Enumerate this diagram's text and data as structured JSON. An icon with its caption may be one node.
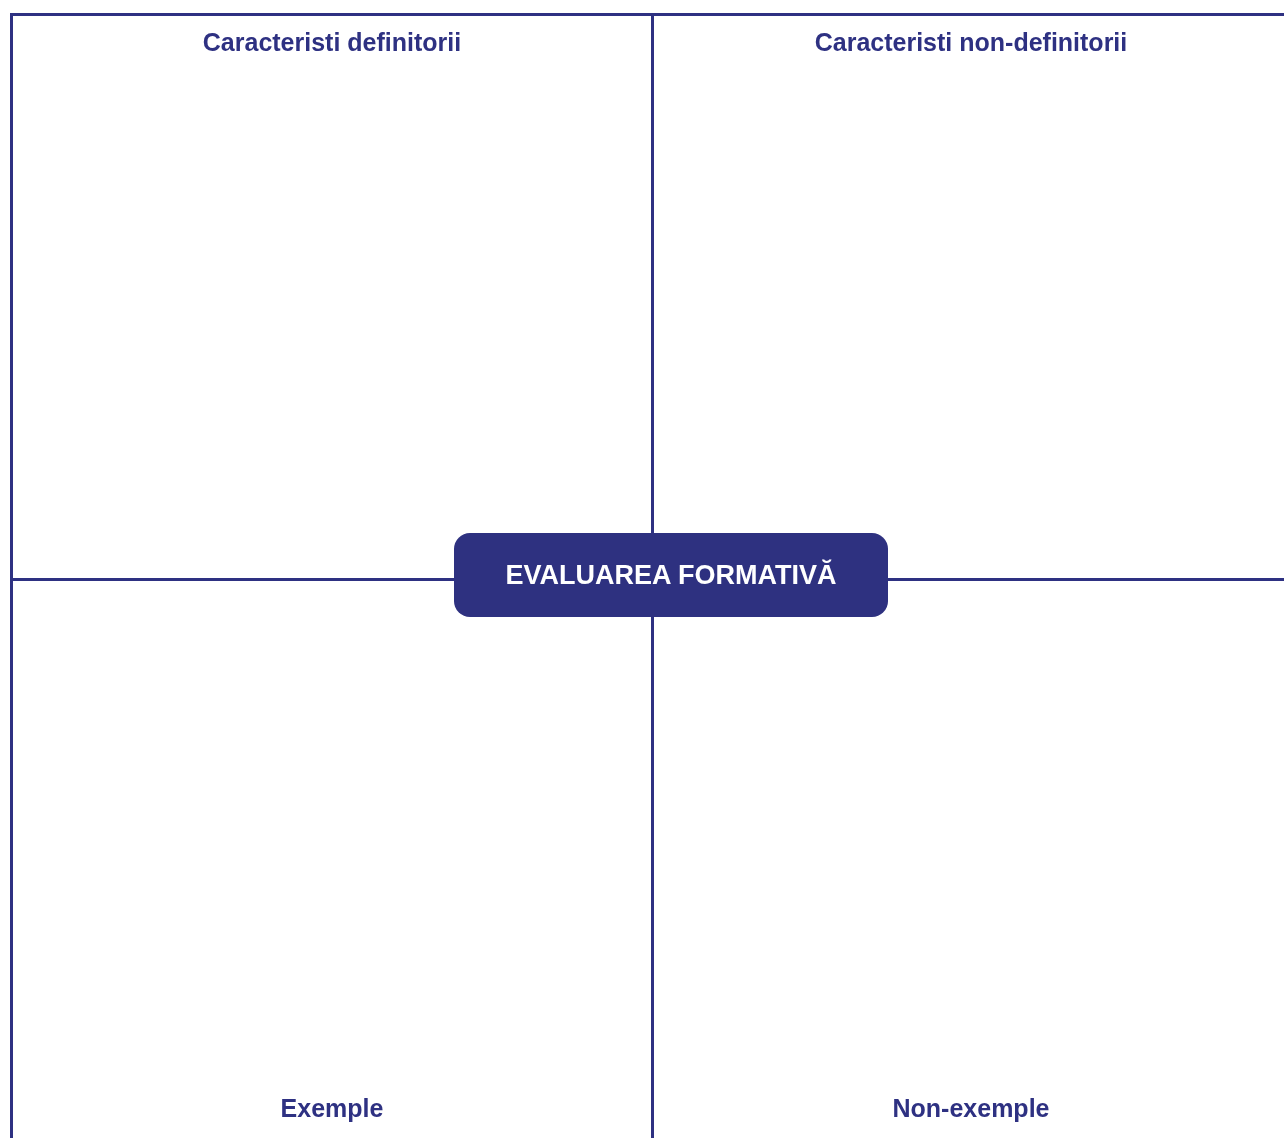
{
  "diagram": {
    "nodes": [
      {
        "text": [
          "Caracteristi definitorii"
        ]
      },
      {
        "text": [
          "Caracteristi non-definitorii"
        ]
      },
      {
        "text": [
          "EVALUAREA FORMATIVĂ"
        ]
      },
      {
        "text": [
          "Exemple"
        ]
      },
      {
        "text": [
          "Non-exemple"
        ]
      }
    ],
    "edges": []
  }
}
